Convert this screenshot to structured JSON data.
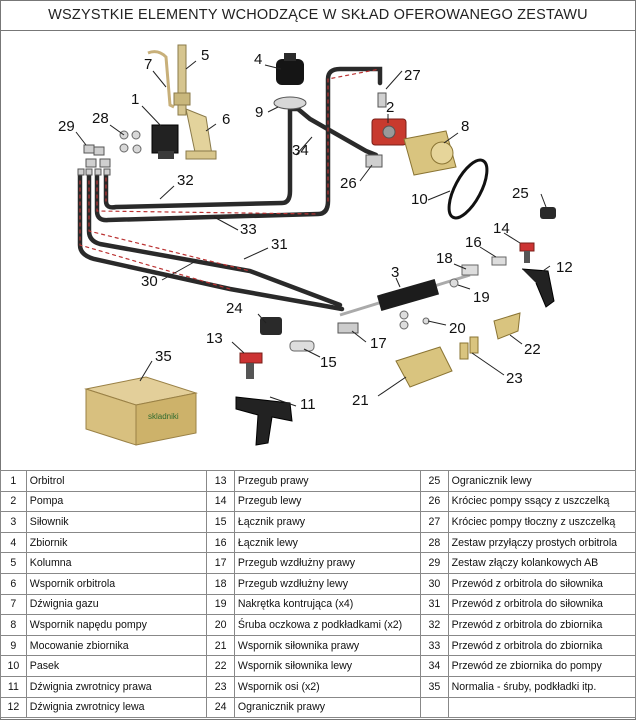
{
  "title": "WSZYSTKIE ELEMENTY WCHODZĄCE W SKŁAD OFEROWANEGO ZESTAWU",
  "box_text": "skladniki",
  "callouts": [
    "1",
    "2",
    "3",
    "4",
    "5",
    "6",
    "7",
    "8",
    "9",
    "10",
    "11",
    "12",
    "13",
    "14",
    "15",
    "16",
    "17",
    "18",
    "19",
    "20",
    "21",
    "22",
    "23",
    "24",
    "25",
    "26",
    "27",
    "28",
    "29",
    "30",
    "31",
    "32",
    "33",
    "34",
    "35"
  ],
  "parts": [
    [
      {
        "n": "1",
        "d": "Orbitrol"
      },
      {
        "n": "13",
        "d": "Przegub prawy"
      },
      {
        "n": "25",
        "d": "Ogranicznik lewy"
      }
    ],
    [
      {
        "n": "2",
        "d": "Pompa"
      },
      {
        "n": "14",
        "d": "Przegub lewy"
      },
      {
        "n": "26",
        "d": "Króciec pompy ssący z uszczelką"
      }
    ],
    [
      {
        "n": "3",
        "d": "Siłownik"
      },
      {
        "n": "15",
        "d": "Łącznik prawy"
      },
      {
        "n": "27",
        "d": "Króciec pompy tłoczny z uszczelką"
      }
    ],
    [
      {
        "n": "4",
        "d": "Zbiornik"
      },
      {
        "n": "16",
        "d": "Łącznik lewy"
      },
      {
        "n": "28",
        "d": "Zestaw przyłączy prostych orbitrola"
      }
    ],
    [
      {
        "n": "5",
        "d": "Kolumna"
      },
      {
        "n": "17",
        "d": "Przegub wzdłużny prawy"
      },
      {
        "n": "29",
        "d": "Zestaw złączy kolankowych AB"
      }
    ],
    [
      {
        "n": "6",
        "d": "Wspornik orbitrola"
      },
      {
        "n": "18",
        "d": "Przegub wzdłużny lewy"
      },
      {
        "n": "30",
        "d": "Przewód z orbitrola do siłownika"
      }
    ],
    [
      {
        "n": "7",
        "d": "Dźwignia gazu"
      },
      {
        "n": "19",
        "d": "Nakrętka kontrująca (x4)"
      },
      {
        "n": "31",
        "d": "Przewód z orbitrola do siłownika"
      }
    ],
    [
      {
        "n": "8",
        "d": "Wspornik napędu pompy"
      },
      {
        "n": "20",
        "d": "Śruba oczkowa z podkładkami (x2)"
      },
      {
        "n": "32",
        "d": "Przewód z orbitrola do zbiornika"
      }
    ],
    [
      {
        "n": "9",
        "d": "Mocowanie zbiornika"
      },
      {
        "n": "21",
        "d": "Wspornik siłownika prawy"
      },
      {
        "n": "33",
        "d": "Przewód z orbitrola do zbiornika"
      }
    ],
    [
      {
        "n": "10",
        "d": "Pasek"
      },
      {
        "n": "22",
        "d": "Wspornik siłownika lewy"
      },
      {
        "n": "34",
        "d": "Przewód ze zbiornika do pompy"
      }
    ],
    [
      {
        "n": "11",
        "d": "Dźwignia zwrotnicy prawa"
      },
      {
        "n": "23",
        "d": "Wspornik osi (x2)"
      },
      {
        "n": "35",
        "d": "Normalia - śruby, podkładki itp."
      }
    ],
    [
      {
        "n": "12",
        "d": "Dźwignia zwrotnicy lewa"
      },
      {
        "n": "24",
        "d": "Ogranicznik prawy"
      },
      {
        "n": "",
        "d": ""
      }
    ]
  ]
}
